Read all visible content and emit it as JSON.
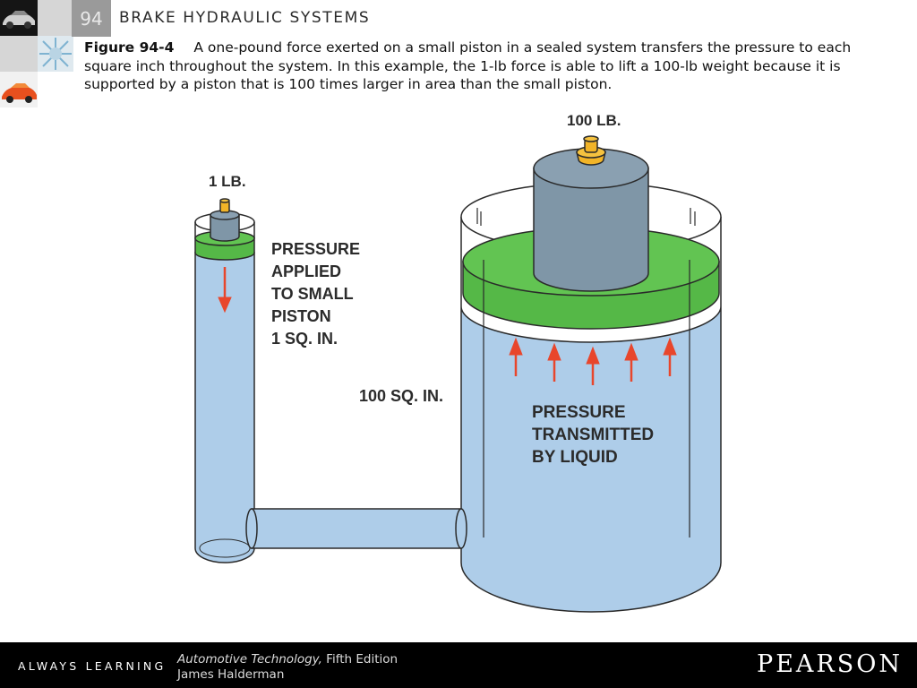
{
  "header": {
    "chapter_number": "94",
    "chapter_title": "BRAKE HYDRAULIC SYSTEMS"
  },
  "caption": {
    "label": "Figure 94-4",
    "text": "A one-pound force exerted on a small piston in a sealed system transfers the pressure to each square inch throughout the system. In this example, the 1-lb force is able to lift a 100-lb weight because it is supported by a piston that is 100 times larger in area than the small piston."
  },
  "diagram": {
    "small_weight_label": "1 LB.",
    "large_weight_label": "100 LB.",
    "pressure_applied_lines": [
      "PRESSURE",
      "APPLIED",
      "TO SMALL",
      "PISTON",
      "1 SQ. IN."
    ],
    "large_area_label": "100 SQ. IN.",
    "pressure_transmitted_lines": [
      "PRESSURE",
      "TRANSMITTED",
      "BY LIQUID"
    ],
    "colors": {
      "liquid": "#aecde9",
      "piston": "#55b847",
      "weight": "#7f96a7",
      "knob": "#f2b427",
      "arrow": "#e8462c",
      "outline": "#2a2a2a"
    }
  },
  "footer": {
    "tagline": "ALWAYS LEARNING",
    "book_title": "Automotive Technology,",
    "edition": "Fifth Edition",
    "author": "James Halderman",
    "publisher": "PEARSON"
  }
}
